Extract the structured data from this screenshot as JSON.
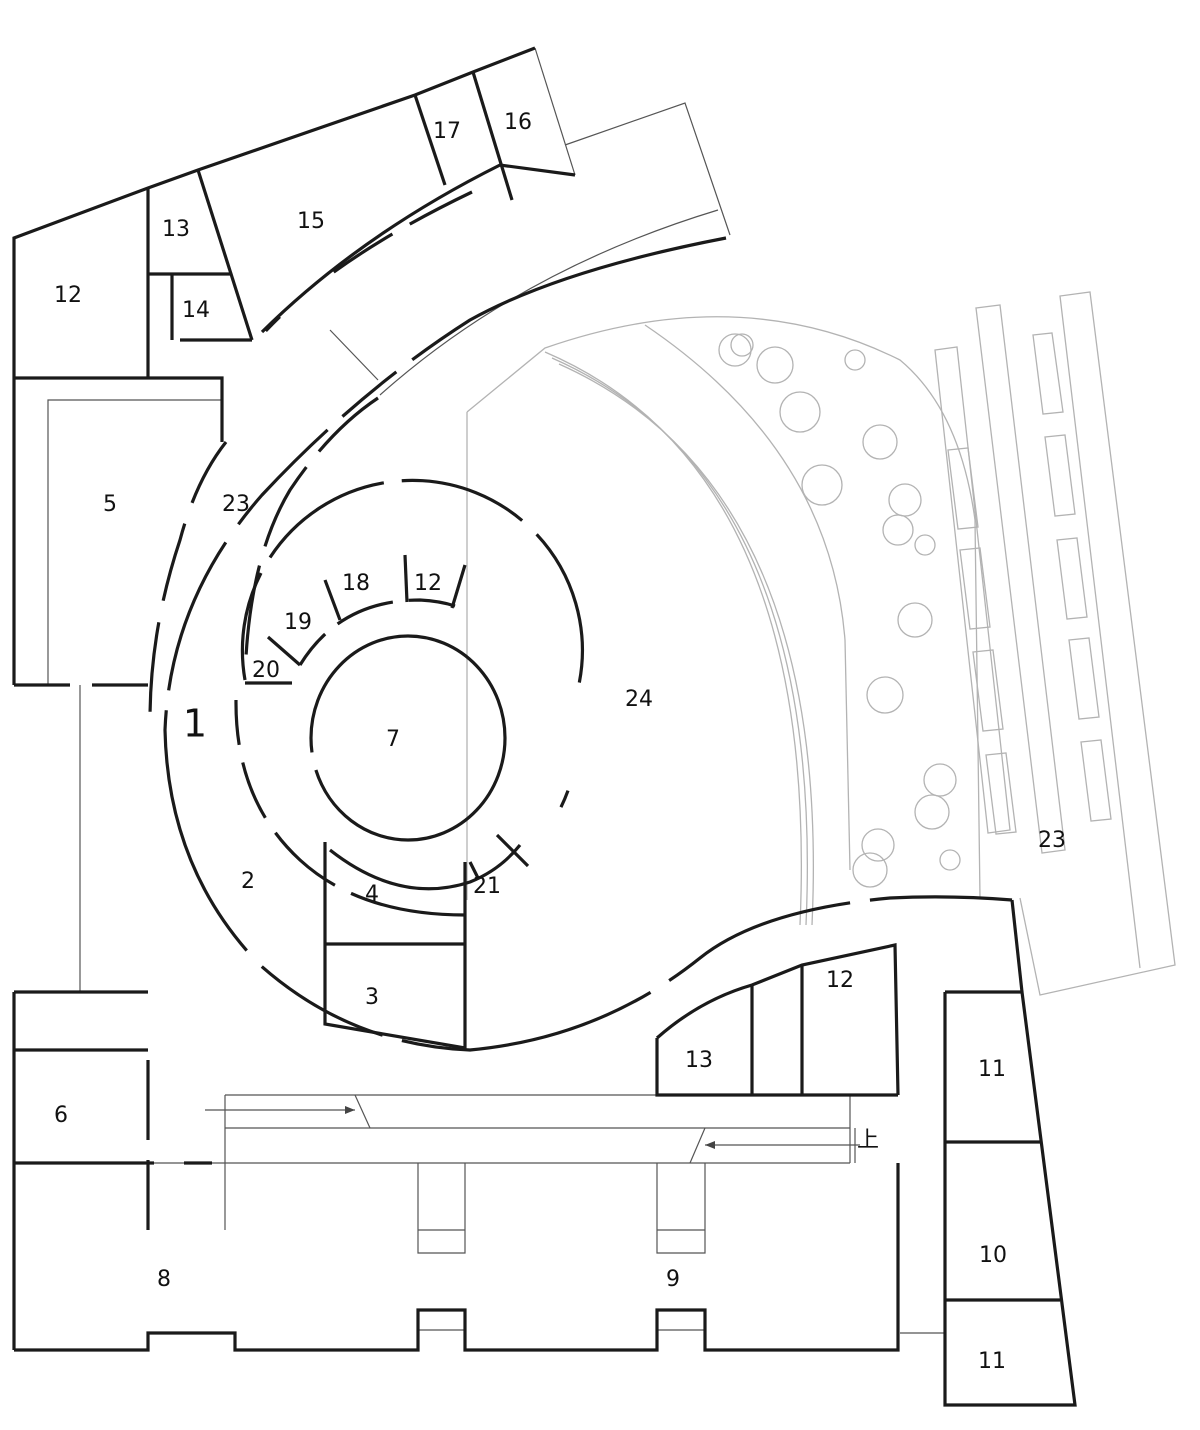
{
  "labels": {
    "r1": "1",
    "r2": "2",
    "r3": "3",
    "r4": "4",
    "r5": "5",
    "r6": "6",
    "r7": "7",
    "r8": "8",
    "r9": "9",
    "r10": "10",
    "r11a": "11",
    "r11b": "11",
    "r12a": "12",
    "r12b": "12",
    "r12c": "12",
    "r13a": "13",
    "r13b": "13",
    "r14": "14",
    "r15": "15",
    "r16": "16",
    "r17": "17",
    "r18": "18",
    "r19": "19",
    "r20": "20",
    "r21": "21",
    "r23a": "23",
    "r23b": "23",
    "r24": "24",
    "stair_up": "上"
  }
}
